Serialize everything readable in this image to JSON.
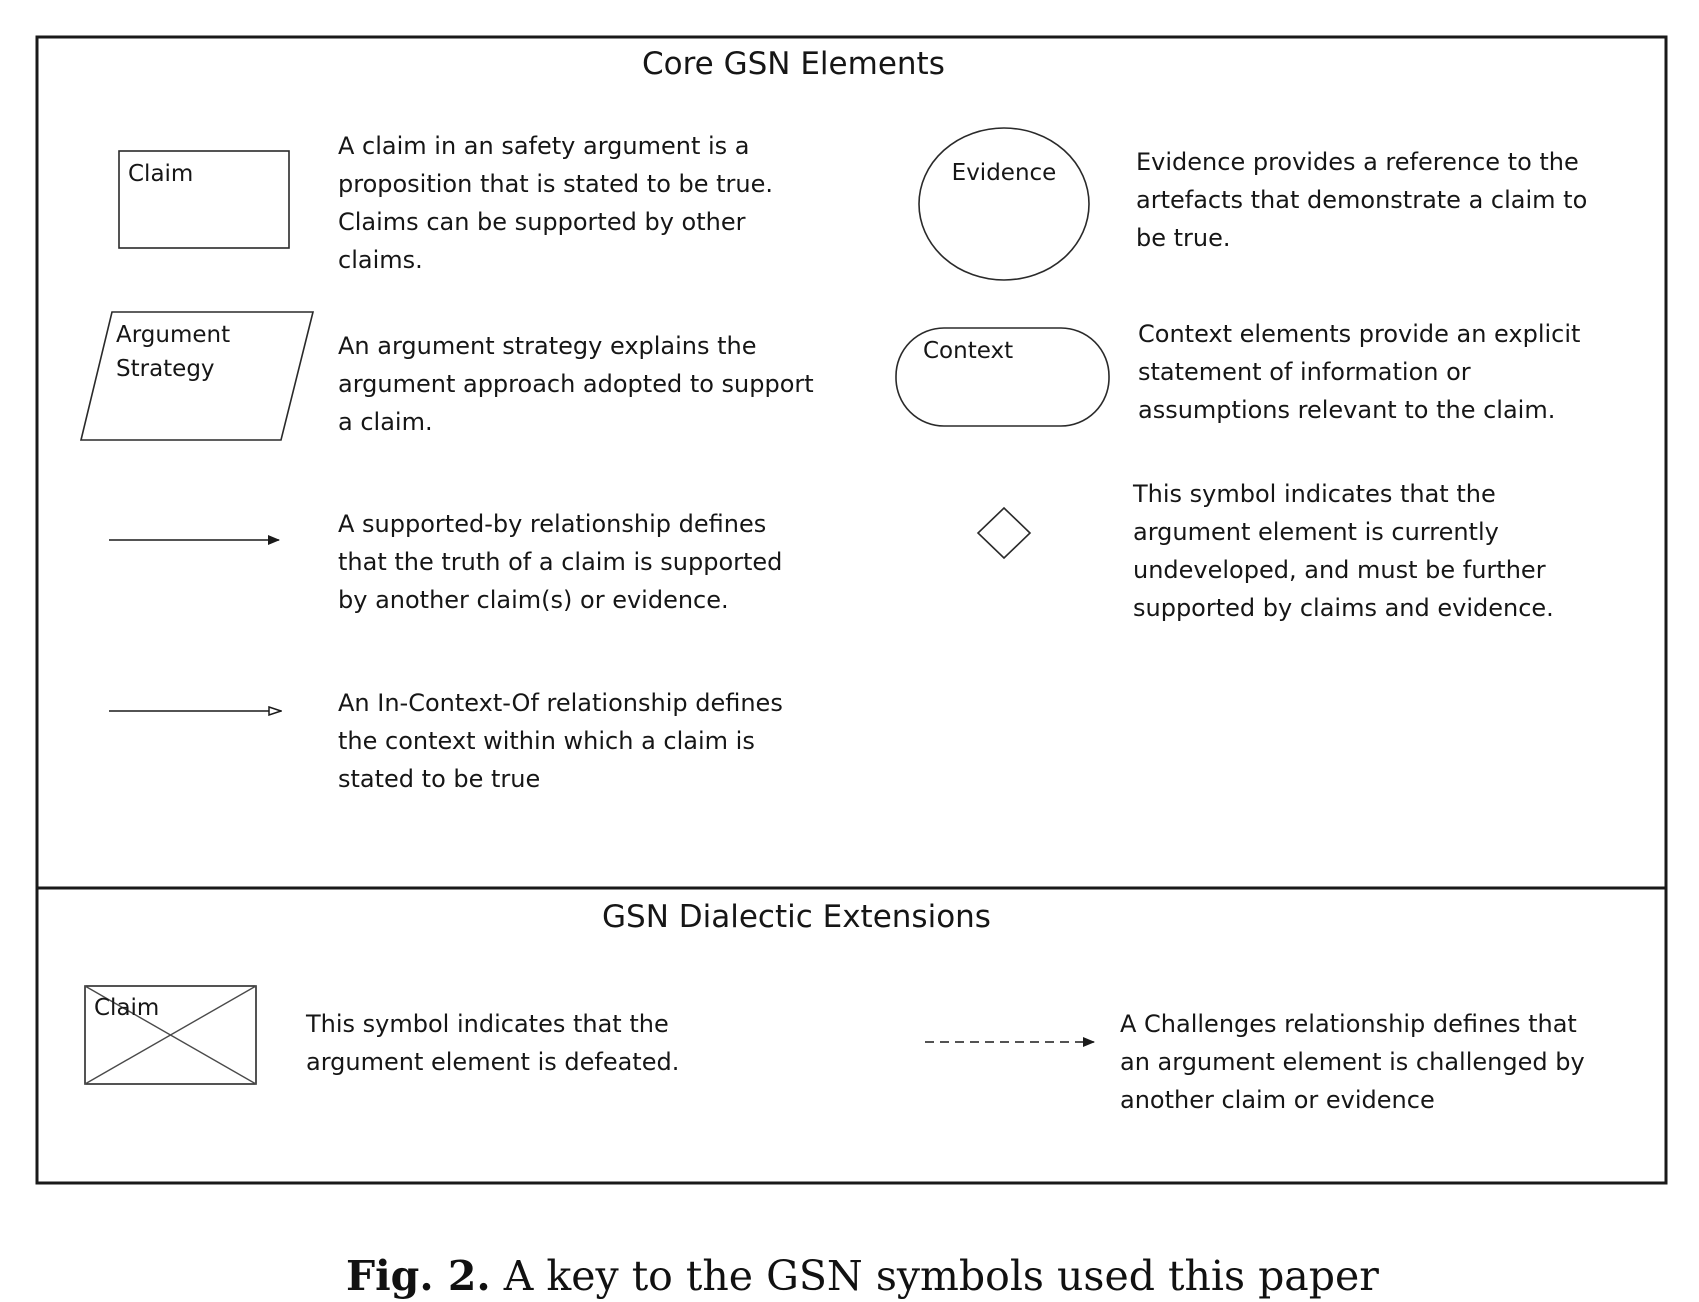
{
  "core": {
    "title": "Core GSN Elements",
    "claim": {
      "symbol_label": "Claim",
      "lines": [
        "A claim in an safety argument is a",
        "proposition that is stated to be true.",
        "Claims can be supported by other",
        "claims."
      ]
    },
    "strategy": {
      "symbol_label_1": "Argument",
      "symbol_label_2": "Strategy",
      "lines": [
        "An argument strategy explains the",
        "argument approach adopted to support",
        "a claim."
      ]
    },
    "supported_by": {
      "lines": [
        "A supported-by relationship defines",
        "that the truth of a claim is supported",
        "by another claim(s) or evidence."
      ]
    },
    "in_context_of": {
      "lines": [
        "An In-Context-Of relationship defines",
        "the context within which a claim is",
        "stated to be true"
      ]
    },
    "evidence": {
      "symbol_label": "Evidence",
      "lines": [
        "Evidence provides a reference to the",
        "artefacts that demonstrate a claim to",
        "be true."
      ]
    },
    "context": {
      "symbol_label": "Context",
      "lines": [
        "Context elements provide an explicit",
        "statement of information or",
        "assumptions relevant to the claim."
      ]
    },
    "undeveloped": {
      "lines": [
        "This symbol indicates that the",
        "argument element is currently",
        "undeveloped, and must be further",
        "supported by claims and evidence."
      ]
    }
  },
  "dialectic": {
    "title": "GSN Dialectic Extensions",
    "defeated": {
      "symbol_label": "Claim",
      "lines": [
        "This symbol indicates that the",
        "argument element is defeated."
      ]
    },
    "challenges": {
      "lines": [
        "A Challenges relationship defines that",
        "an argument element is challenged by",
        "another claim or evidence"
      ]
    }
  },
  "caption": {
    "label": "Fig. 2.",
    "text": "A key to the GSN symbols used this paper"
  }
}
